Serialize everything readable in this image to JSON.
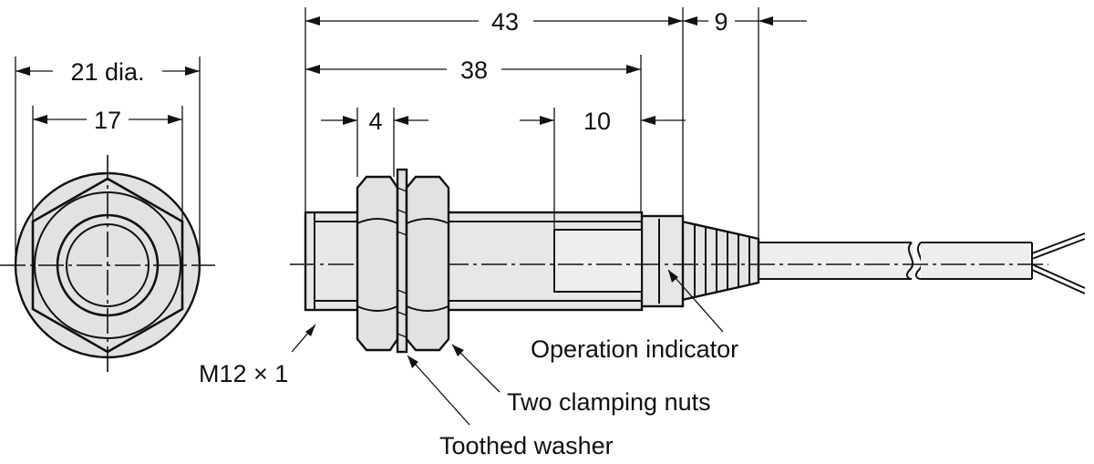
{
  "dimensions": {
    "outer_diameter": "21 dia.",
    "across_flats": "17",
    "overall_length": "43",
    "body_length": "38",
    "cable_relief": "9",
    "thread_nut_pitch": "4",
    "indicator_length": "10"
  },
  "callouts": {
    "thread": "M12 × 1",
    "operation_indicator": "Operation indicator",
    "clamping_nuts": "Two clamping nuts",
    "toothed_washer": "Toothed washer"
  },
  "colors": {
    "line": "#111111",
    "body_fill": "#e7e7e7",
    "nut_fill": "#e2e2e2",
    "background": "#ffffff"
  }
}
